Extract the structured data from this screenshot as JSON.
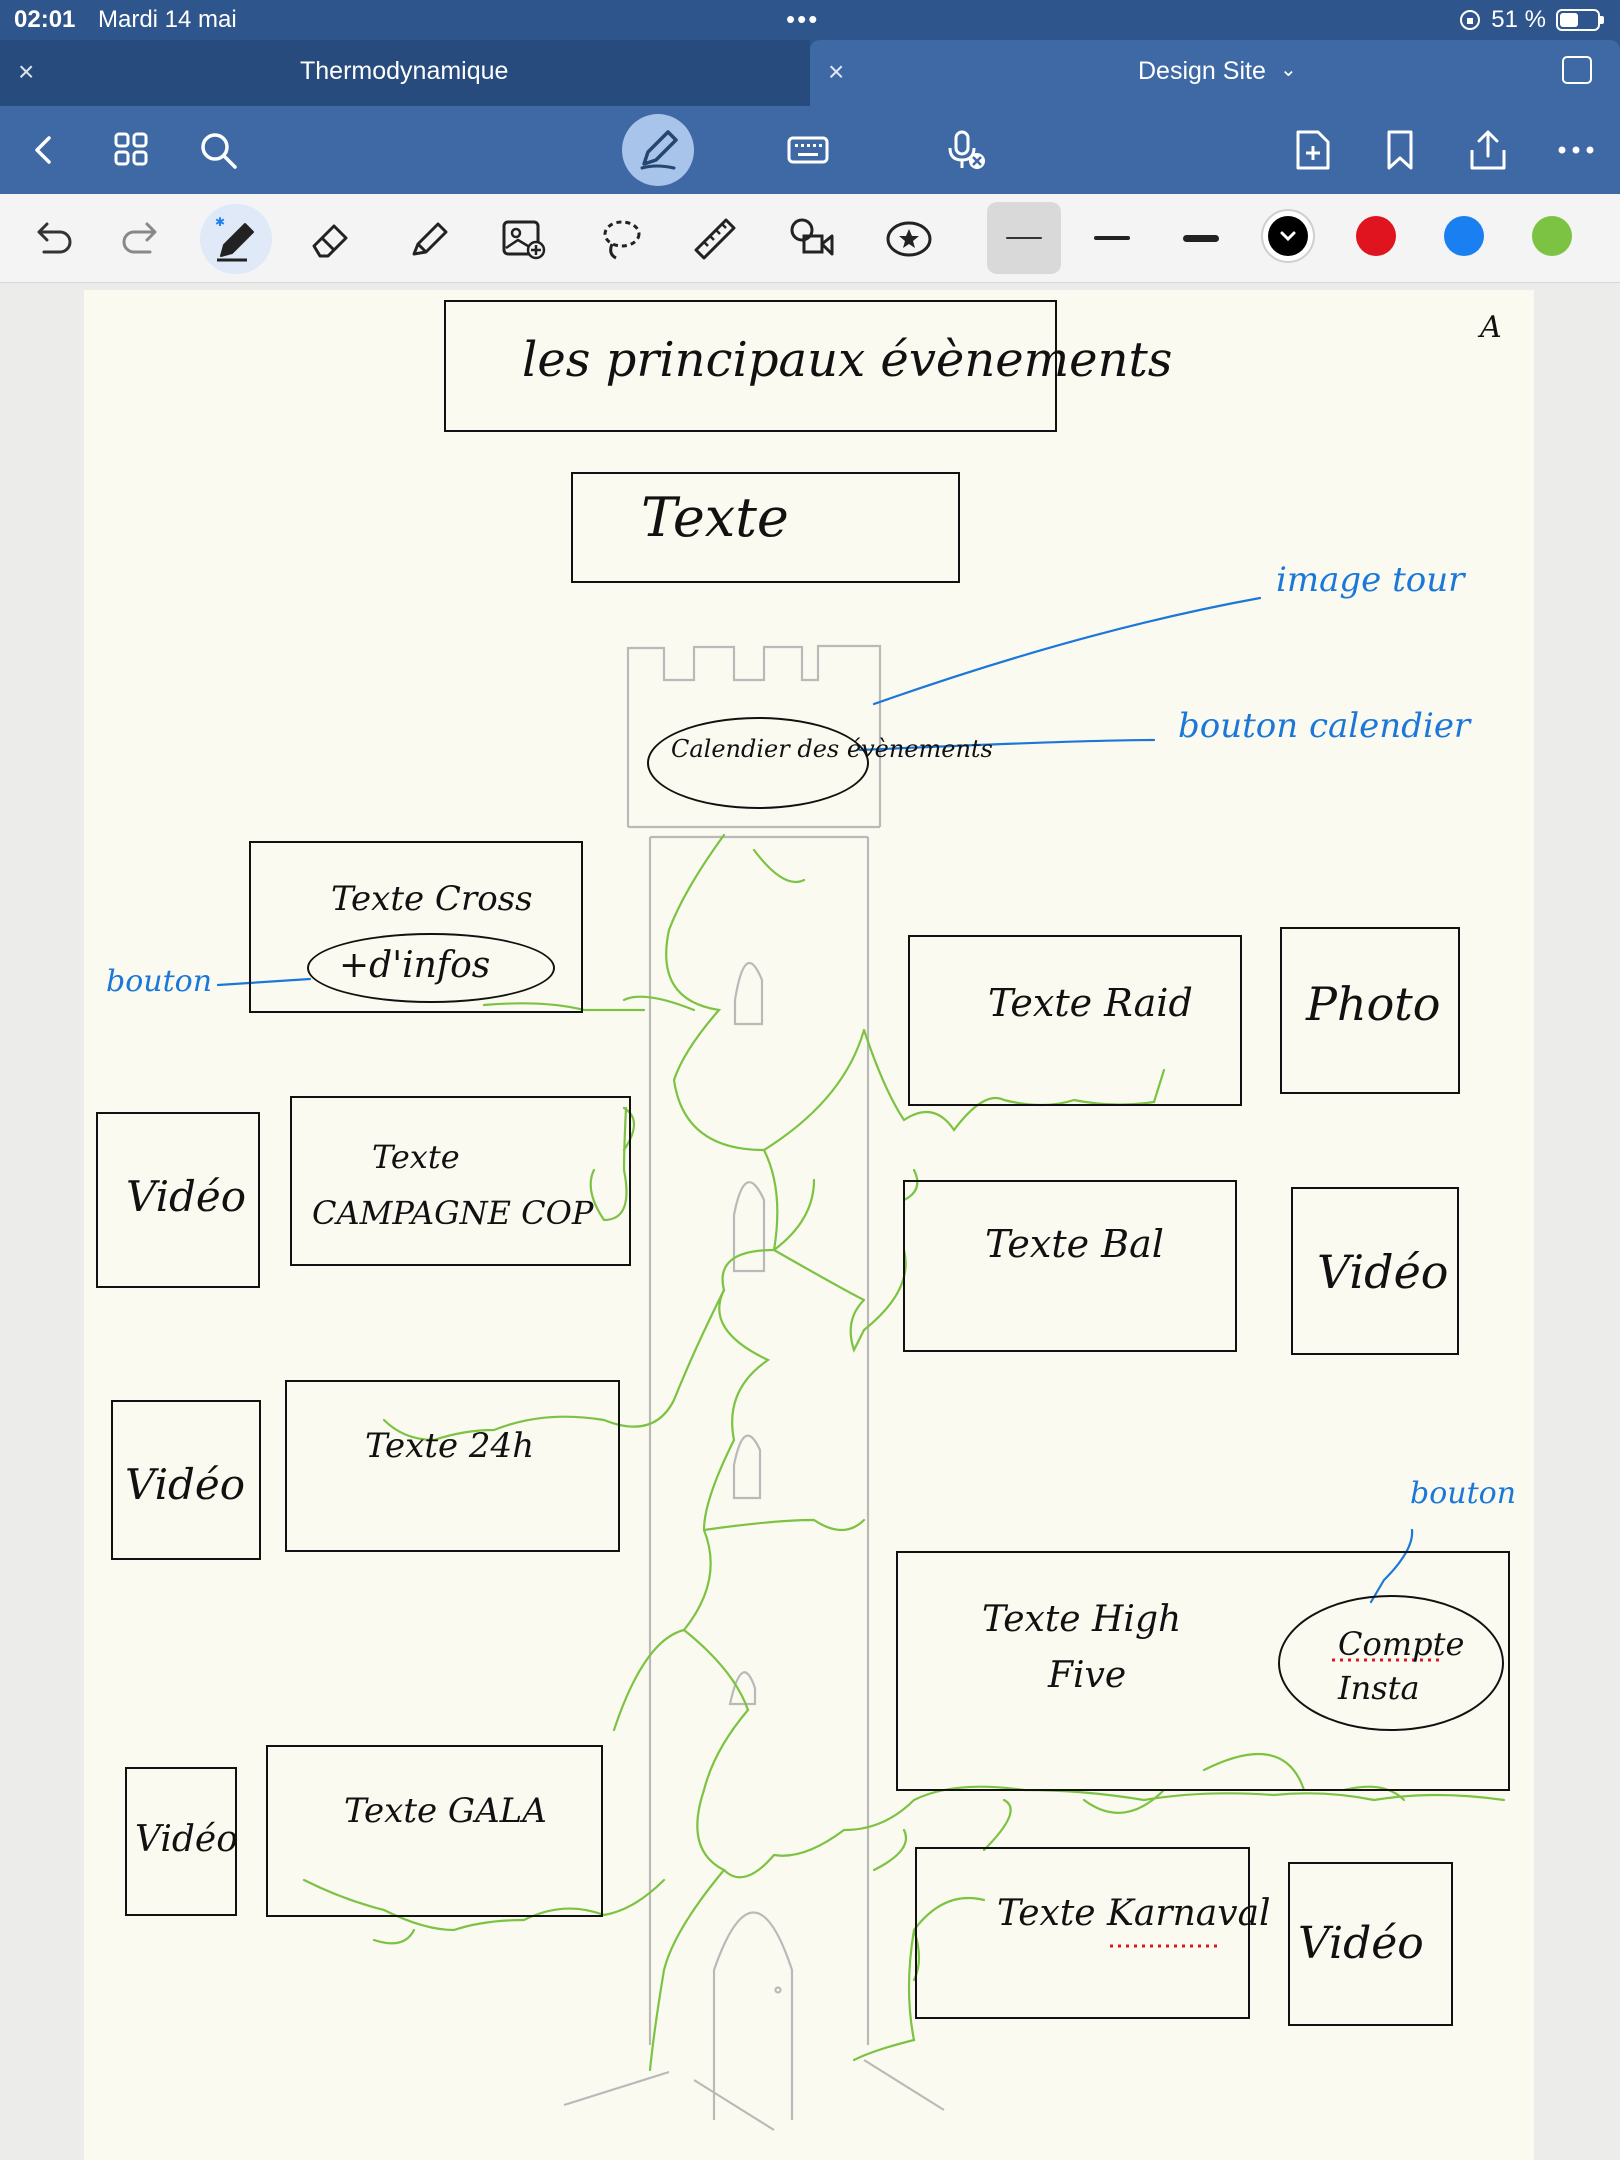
{
  "status_bar": {
    "time": "02:01",
    "date": "Mardi 14 mai",
    "battery_text": "51 %",
    "battery_level": 0.51
  },
  "tabs": [
    {
      "label": "Thermodynamique",
      "active": false
    },
    {
      "label": "Design Site",
      "active": true
    }
  ],
  "toolbar": {
    "icons": [
      "back-icon",
      "grid-icon",
      "search-icon",
      "pen-mode-icon",
      "keyboard-icon",
      "mic-off-icon",
      "add-page-icon",
      "bookmark-icon",
      "share-icon",
      "more-icon"
    ]
  },
  "tools": {
    "icons": [
      "undo-icon",
      "redo-icon",
      "pen-icon",
      "eraser-icon",
      "highlighter-icon",
      "image-icon",
      "lasso-icon",
      "ruler-icon",
      "shapes-icon",
      "sticker-icon"
    ],
    "colors": [
      "#000000",
      "#e0141e",
      "#1a7ff0",
      "#7cc243"
    ]
  },
  "sketch": {
    "page_marker": "A",
    "title": "les principaux évènements",
    "texte": "Texte",
    "calendar_button": "Calendier des évènements",
    "note_image_tour": "image tour",
    "note_bouton_calendrier": "bouton calendier",
    "note_bouton_left": "bouton",
    "note_bouton_right": "bouton",
    "cross_text": "Texte Cross",
    "cross_button": "+d'infos",
    "raid_text": "Texte Raid",
    "photo": "Photo",
    "video_campagne": "Vidéo",
    "campagne_text_1": "Texte",
    "campagne_text_2": "CAMPAGNE COP",
    "bal_text": "Texte Bal",
    "video_bal": "Vidéo",
    "video_24h": "Vidéo",
    "text_24h": "Texte 24h",
    "highfive_text_1": "Texte High",
    "highfive_text_2": "Five",
    "insta_button_1": "Compte",
    "insta_button_2": "Insta",
    "video_gala": "Vidéo",
    "gala_text": "Texte GALA",
    "karnaval_text": "Texte Karnaval",
    "video_karnaval": "Vidéo"
  }
}
